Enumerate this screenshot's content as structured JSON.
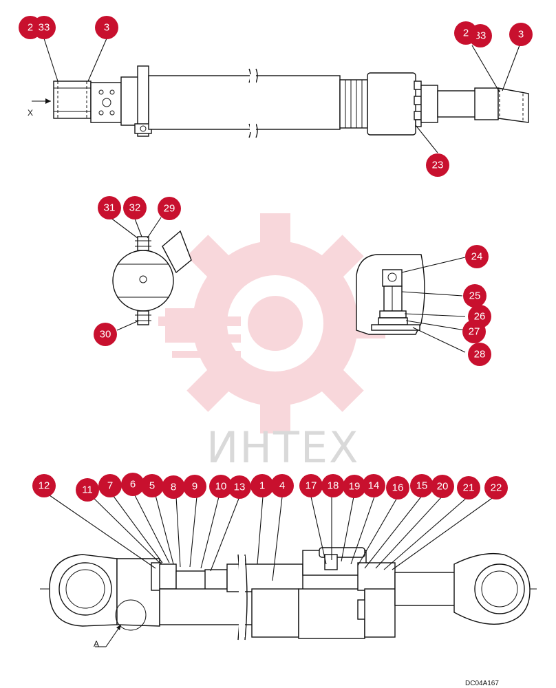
{
  "drawing": {
    "code": "DC04A167",
    "view_x_label": "X",
    "detail_a_label": "A",
    "watermark_text": "ИНТЕХ",
    "watermark_color": "#f4b8bf",
    "callout_color": "#c8102e"
  },
  "callouts": {
    "top_left_2": "2",
    "top_left_33": "33",
    "top_left_3": "3",
    "top_right_2": "2",
    "top_right_33": "33",
    "top_right_3": "3",
    "c23": "23",
    "c31": "31",
    "c32": "32",
    "c29": "29",
    "c30": "30",
    "c24": "24",
    "c25": "25",
    "c26": "26",
    "c27": "27",
    "c28": "28",
    "c12": "12",
    "c11": "11",
    "c7": "7",
    "c6": "6",
    "c5": "5",
    "c8": "8",
    "c9": "9",
    "c10": "10",
    "c13": "13",
    "c1": "1",
    "c4": "4",
    "c17": "17",
    "c18": "18",
    "c19": "19",
    "c14": "14",
    "c16": "16",
    "c15": "15",
    "c20": "20",
    "c21": "21",
    "c22": "22"
  }
}
